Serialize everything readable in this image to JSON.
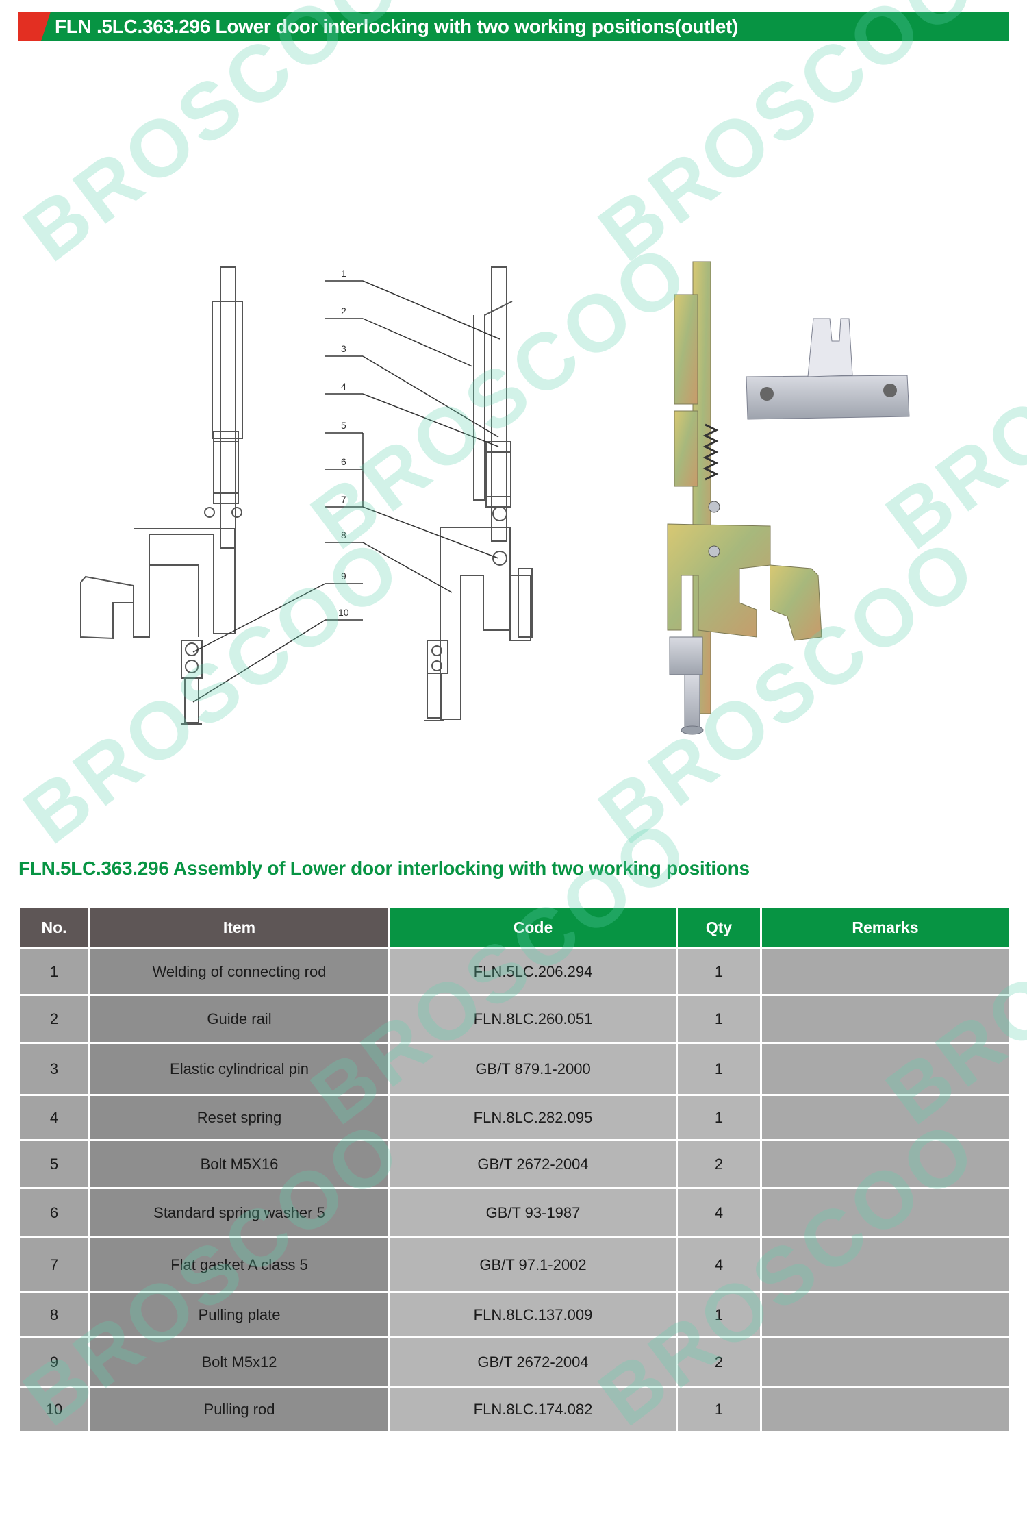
{
  "header": {
    "title": "FLN .5LC.363.296 Lower door interlocking with two working positions(outlet)"
  },
  "drawing": {
    "callouts": [
      "1",
      "2",
      "3",
      "4",
      "5",
      "6",
      "7",
      "8",
      "9",
      "10"
    ]
  },
  "section": {
    "subtitle": "FLN.5LC.363.296 Assembly of Lower door interlocking with two working positions"
  },
  "table": {
    "headers": [
      "No.",
      "Item",
      "Code",
      "Qty",
      "Remarks"
    ],
    "rows": [
      {
        "no": "1",
        "item": "Welding of connecting rod",
        "code": "FLN.5LC.206.294",
        "qty": "1",
        "remarks": ""
      },
      {
        "no": "2",
        "item": "Guide rail",
        "code": "FLN.8LC.260.051",
        "qty": "1",
        "remarks": ""
      },
      {
        "no": "3",
        "item": "Elastic cylindrical pin",
        "code": "GB/T 879.1-2000",
        "qty": "1",
        "remarks": ""
      },
      {
        "no": "4",
        "item": "Reset spring",
        "code": "FLN.8LC.282.095",
        "qty": "1",
        "remarks": ""
      },
      {
        "no": "5",
        "item": "Bolt M5X16",
        "code": "GB/T 2672-2004",
        "qty": "2",
        "remarks": ""
      },
      {
        "no": "6",
        "item": "Standard spring washer 5",
        "code": "GB/T 93-1987",
        "qty": "4",
        "remarks": ""
      },
      {
        "no": "7",
        "item": "Flat gasket A class 5",
        "code": "GB/T 97.1-2002",
        "qty": "4",
        "remarks": ""
      },
      {
        "no": "8",
        "item": "Pulling plate",
        "code": "FLN.8LC.137.009",
        "qty": "1",
        "remarks": ""
      },
      {
        "no": "9",
        "item": "Bolt M5x12",
        "code": "GB/T 2672-2004",
        "qty": "2",
        "remarks": ""
      },
      {
        "no": "10",
        "item": "Pulling rod",
        "code": "FLN.8LC.174.082",
        "qty": "1",
        "remarks": ""
      }
    ]
  },
  "watermark": {
    "text": "BROSCOO"
  },
  "colors": {
    "brand_green": "#079443",
    "accent_red": "#e32f22",
    "header_dark": "#5e5656",
    "watermark": "#5fd3b0"
  }
}
